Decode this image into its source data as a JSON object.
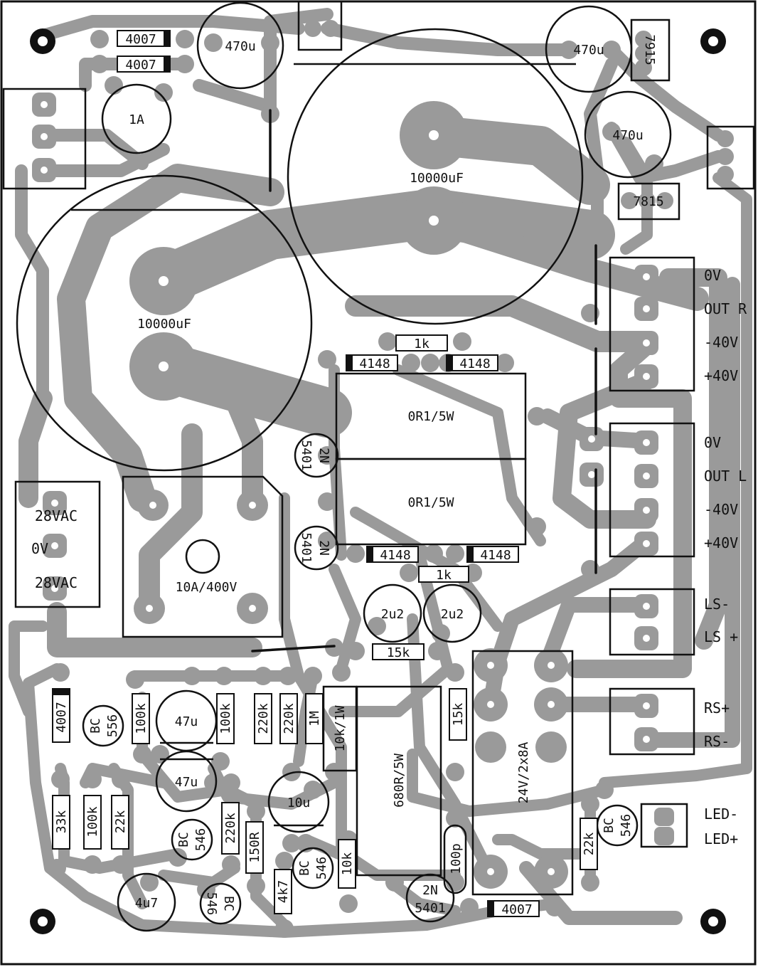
{
  "board": {
    "capacitors": {
      "c_470u_a": "470u",
      "c_470u_b": "470u",
      "c_470u_c": "470u",
      "c_10000uf_a": "10000uF",
      "c_10000uf_b": "10000uF",
      "c_2u2_a": "2u2",
      "c_2u2_b": "2u2",
      "c_47u_a": "47u",
      "c_47u_b": "47u",
      "c_10u": "10u",
      "c_4u7": "4u7",
      "c_100p": "100p"
    },
    "fuse": "1A",
    "bridge": "10A/400V",
    "transformer": "24V/2x8A",
    "regulators": {
      "neg": "7915",
      "pos": "7815"
    },
    "diodes": {
      "d4007_a": "4007",
      "d4007_b": "4007",
      "d4007_c": "4007",
      "d4007_d": "4007",
      "d4148_a": "4148",
      "d4148_b": "4148",
      "d4148_c": "4148",
      "d4148_d": "4148"
    },
    "resistors": {
      "r1k_top": "1k",
      "r1k_bottom": "1k",
      "r15k_a": "15k",
      "r15k_b": "15k",
      "r_or1_a": "0R1/5W",
      "r_or1_b": "0R1/5W",
      "r100k_a": "100k",
      "r100k_b": "100k",
      "r100k_c": "100k",
      "r220k_a": "220k",
      "r220k_b": "220k",
      "r220k_c": "220k",
      "r1m": "1M",
      "r10k_1w": "10k/1W",
      "r680r": "680R/5W",
      "r33k": "33k",
      "r22k_a": "22k",
      "r22k_b": "22k",
      "r150r": "150R",
      "r4k7": "4k7",
      "r10k": "10k"
    },
    "transistors": {
      "t2n5401_a": [
        "2N",
        "5401"
      ],
      "t2n5401_b": [
        "2N",
        "5401"
      ],
      "t2n5401_c": [
        "2N",
        "5401"
      ],
      "tbc556": [
        "BC",
        "556"
      ],
      "tbc546_a": [
        "BC",
        "546"
      ],
      "tbc546_b": [
        "BC",
        "546"
      ],
      "tbc546_c": [
        "BC",
        "546"
      ],
      "tbc546_d": [
        "BC",
        "546"
      ]
    },
    "ac_input": [
      "28VAC",
      "0V",
      "28VAC"
    ],
    "connector_right": [
      "0V",
      "OUT R",
      "-40V",
      "+40V"
    ],
    "connector_left": [
      "0V",
      "OUT L",
      "-40V",
      "+40V"
    ],
    "speaker": [
      "LS-",
      "LS +"
    ],
    "relay_switch": [
      "RS+",
      "RS-"
    ],
    "led": [
      "LED-",
      "LED+"
    ]
  }
}
